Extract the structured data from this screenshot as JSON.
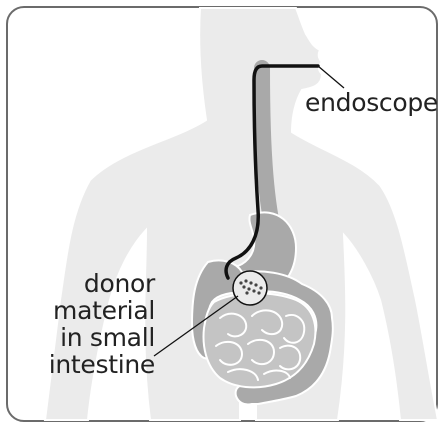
{
  "labels": {
    "endoscope": "endoscope",
    "donor_line_1": "donor",
    "donor_line_2": "material",
    "donor_line_3": "in small",
    "donor_line_4": "intestine"
  },
  "colors": {
    "body_fill": "#ebebeb",
    "organ_fill": "#a9a9a9",
    "intestine_fill": "#c4c4c4",
    "outline": "#ffffff",
    "endoscope": "#111111",
    "frame": "#6b6b6b",
    "text": "#222222"
  }
}
